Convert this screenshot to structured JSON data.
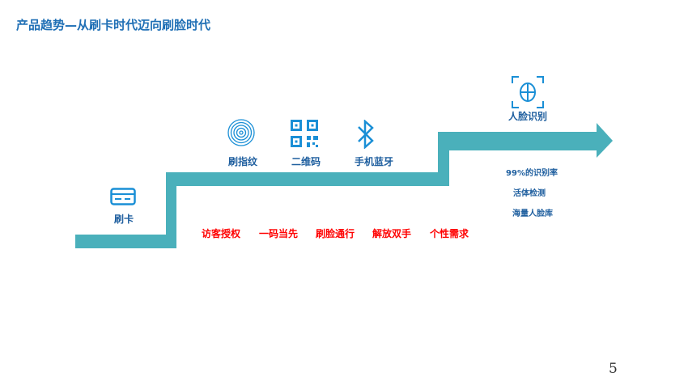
{
  "title": "产品趋势—从刷卡时代迈向刷脸时代",
  "stages": {
    "card": "刷卡",
    "fingerprint": "刷指纹",
    "qrcode": "二维码",
    "bluetooth": "手机蓝牙",
    "face": "人脸识别"
  },
  "benefits": [
    "访客授权",
    "一码当先",
    "刷脸通行",
    "解放双手",
    "个性需求"
  ],
  "face_features": [
    "99%的识别率",
    "活体检测",
    "海量人脸库"
  ],
  "page_number": "5",
  "colors": {
    "staircase": "#4ab0bb",
    "icon": "#1a8fd6",
    "label": "#1f5f9f",
    "benefit": "#ff0000"
  }
}
